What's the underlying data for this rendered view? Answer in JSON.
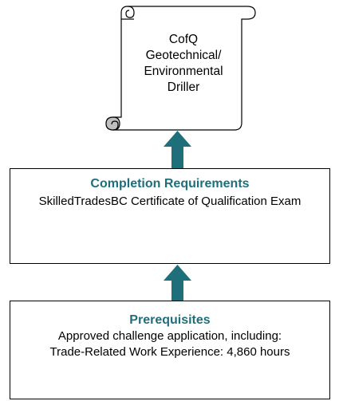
{
  "credential": {
    "lines": [
      "CofQ",
      "Geotechnical/",
      "Environmental",
      "Driller"
    ]
  },
  "completion": {
    "title": "Completion Requirements",
    "lines": [
      "SkilledTradesBC Certificate of Qualification Exam"
    ]
  },
  "prerequisites": {
    "title": "Prerequisites",
    "lines": [
      "Approved challenge application, including:",
      "Trade-Related Work Experience: 4,860 hours"
    ]
  },
  "colors": {
    "accent": "#1f6f7a",
    "scroll_curl_fill": "#bfbfbf"
  }
}
